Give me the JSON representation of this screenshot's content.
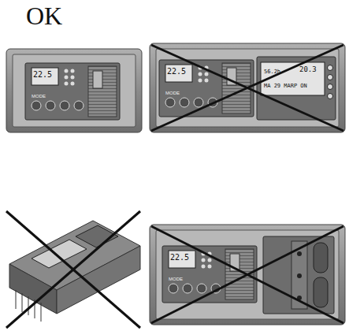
{
  "diagram": {
    "labels": [
      "OK",
      "22.5",
      "MODE",
      "22.5",
      "MODE",
      "56.2h",
      "20.3",
      "MA 29 MARP ON",
      "22.5",
      "MODE"
    ]
  }
}
